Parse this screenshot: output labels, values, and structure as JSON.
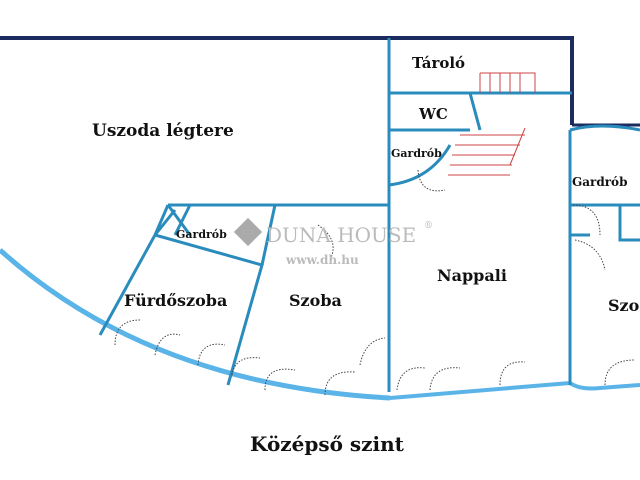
{
  "rooms": {
    "uszoda": "Uszoda légtere",
    "tarolo": "Tároló",
    "wc": "WC",
    "gardrob1": "Gardrób",
    "gardrob2": "Gardrób",
    "gardrob3": "Gardrób",
    "nappali": "Nappali",
    "furdoszoba": "Fürdőszoba",
    "szoba1": "Szoba",
    "szoba2": "Szo"
  },
  "watermark": {
    "brand": "DUNA HOUSE",
    "registered": "®",
    "url": "www.dh.hu"
  },
  "caption": "Középső szint",
  "colors": {
    "wall": "#2a8cbc",
    "outer_wall": "#1c2b5e",
    "glass": "#5ab4e8"
  }
}
